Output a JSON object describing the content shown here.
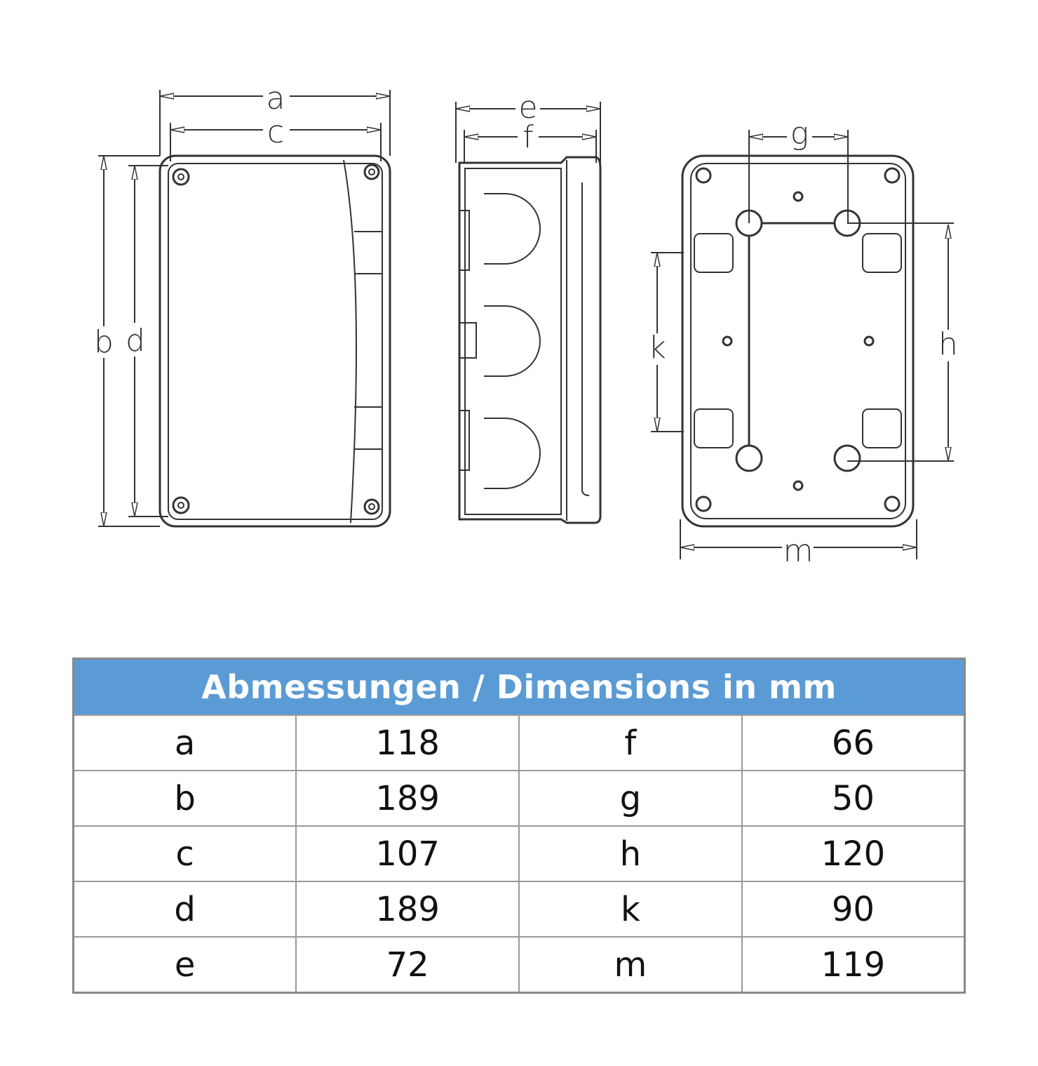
{
  "drawing": {
    "labels": {
      "a": "a",
      "b": "b",
      "c": "c",
      "d": "d",
      "e": "e",
      "f": "f",
      "g": "g",
      "h": "h",
      "k": "k",
      "m": "m"
    }
  },
  "table": {
    "title": "Abmessungen / Dimensions in mm",
    "rows": [
      {
        "l1": "a",
        "v1": "118",
        "l2": "f",
        "v2": "66"
      },
      {
        "l1": "b",
        "v1": "189",
        "l2": "g",
        "v2": "50"
      },
      {
        "l1": "c",
        "v1": "107",
        "l2": "h",
        "v2": "120"
      },
      {
        "l1": "d",
        "v1": "189",
        "l2": "k",
        "v2": "90"
      },
      {
        "l1": "e",
        "v1": "72",
        "l2": "m",
        "v2": "119"
      }
    ]
  }
}
